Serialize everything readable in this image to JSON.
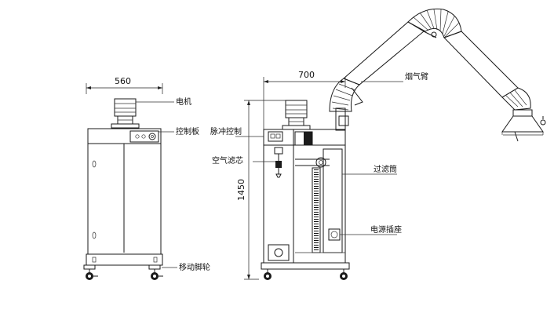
{
  "dimensions": {
    "front_width": "560",
    "side_width": "700",
    "height": "1450"
  },
  "labels": {
    "motor": "电机",
    "control_panel": "控制板",
    "casters": "移动脚轮",
    "pulse_control": "脉冲控制",
    "air_filter": "空气滤芯",
    "smoke_arm": "烟气臂",
    "filter_cartridge": "过滤筒",
    "power_socket": "电源插座"
  }
}
